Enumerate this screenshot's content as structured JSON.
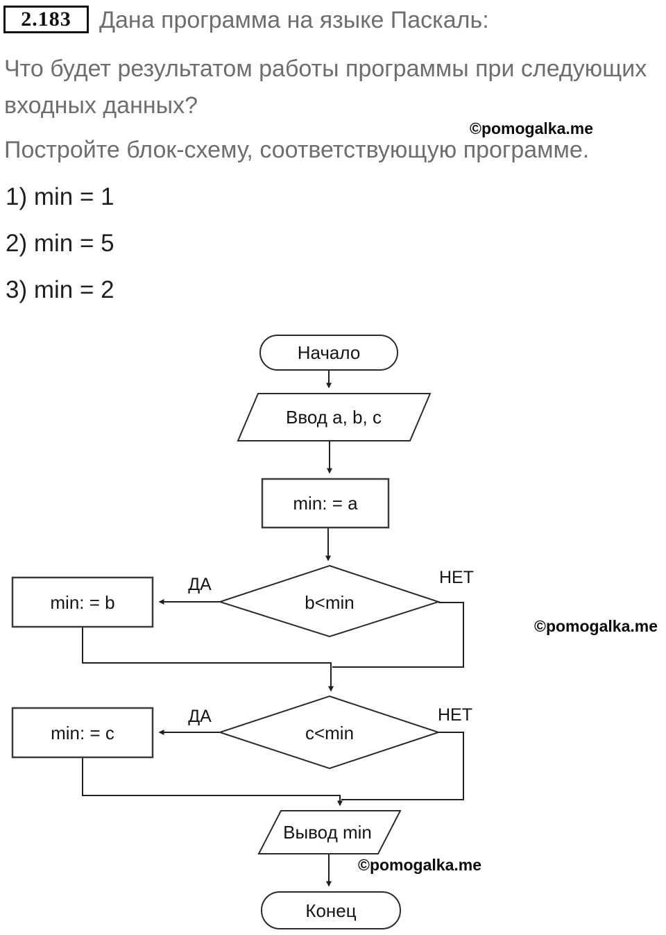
{
  "header": {
    "number": "2.183",
    "title": "Дана программа на языке Паскаль:"
  },
  "question": {
    "line1": "Что будет результатом работы программы при следующих",
    "line2": "входных данных?",
    "task": "Постройте блок-схему, соответствующую программе."
  },
  "watermark": {
    "text": "©pomogalka.me"
  },
  "answers": [
    {
      "label": "1) min = 1"
    },
    {
      "label": "2) min = 5"
    },
    {
      "label": "3) min = 2"
    }
  ],
  "flowchart": {
    "nodes": {
      "start": "Начало",
      "input": "Ввод a, b, c",
      "assign_a": "min: = a",
      "decision_b": "b<min",
      "assign_b": "min: = b",
      "decision_c": "c<min",
      "assign_c": "min: = c",
      "output": "Вывод min",
      "end": "Конец"
    },
    "branch_labels": {
      "yes": "ДА",
      "no": "НЕТ"
    }
  },
  "colors": {
    "background": "#ffffff",
    "muted_text": "#6e6e6e",
    "ink": "#1a1a1a",
    "line": "#1f1f1f"
  }
}
